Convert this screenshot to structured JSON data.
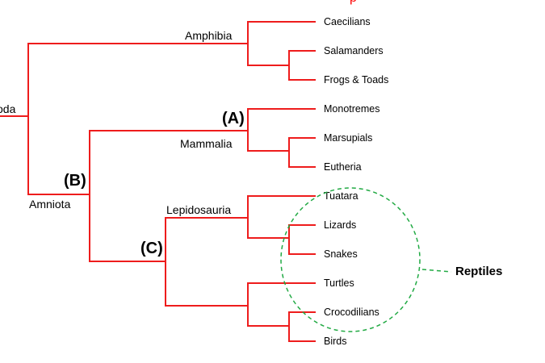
{
  "header_fragment": "p",
  "header_color": "#ff0000",
  "branch_color": "#ee1c1c",
  "highlight_color": "#22aa44",
  "clades": {
    "root_fragment": "oda",
    "amphibia": "Amphibia",
    "mammalia": "Mammalia",
    "amniota": "Amniota",
    "lepidosauria": "Lepidosauria"
  },
  "markers": {
    "a": "(A)",
    "b": "(B)",
    "c": "(C)"
  },
  "taxa": [
    "Caecilians",
    "Salamanders",
    "Frogs & Toads",
    "Monotremes",
    "Marsupials",
    "Eutheria",
    "Tuatara",
    "Lizards",
    "Snakes",
    "Turtles",
    "Crocodilians",
    "Birds"
  ],
  "callout": {
    "label": "Reptiles"
  }
}
